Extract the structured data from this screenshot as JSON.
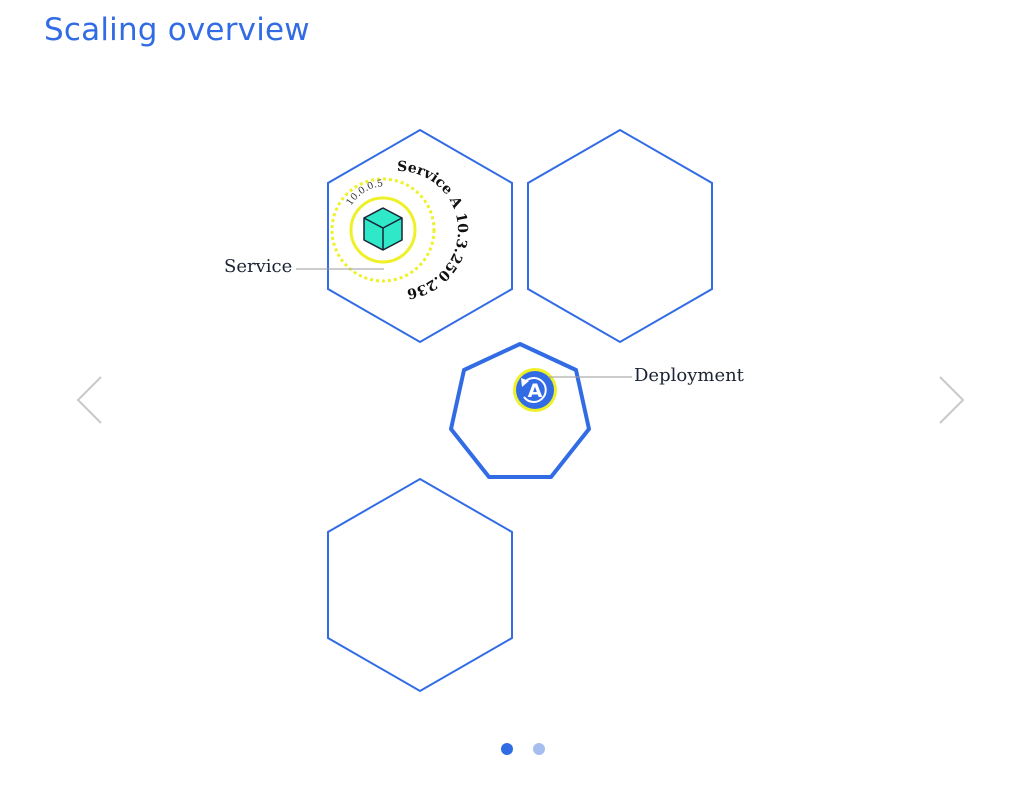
{
  "page": {
    "title": "Scaling overview"
  },
  "diagram": {
    "service": {
      "callout_label": "Service",
      "name_and_ip": "Service A  10.3.250.236",
      "pod_ip": "10.0.0.5"
    },
    "deployment": {
      "callout_label": "Deployment",
      "icon_letter": "A"
    }
  },
  "carousel": {
    "slide_count": 2,
    "active_slide": 1,
    "prev_icon": "chevron-left-icon",
    "next_icon": "chevron-right-icon"
  },
  "colors": {
    "accent": "#326ce5",
    "node_outline": "#326ce5",
    "service_ring": "#eef128",
    "pod_cube": "#2ee8c8",
    "dot_inactive": "#a6bdf0",
    "nav_arrow": "#c8c8c8"
  }
}
